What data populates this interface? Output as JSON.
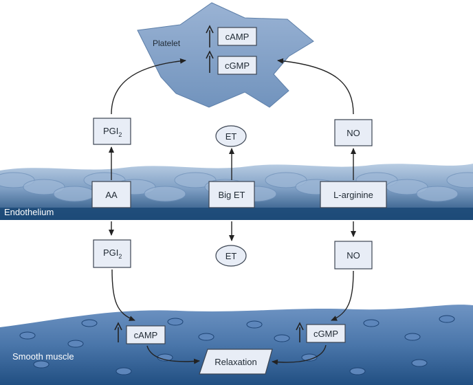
{
  "colors": {
    "platelet_fill": "#7f9ec4",
    "endothelium_top": "#b9cde3",
    "endothelium_bottom": "#1d4a78",
    "muscle_top": "#6f94c3",
    "muscle_bottom": "#214f82",
    "box_fill": "#e8edf6"
  },
  "platelet": {
    "label": "Platelet",
    "camp": "cAMP",
    "cgmp": "cGMP"
  },
  "above_endothelium": {
    "pgi": "PGI",
    "pgi_sub": "2",
    "et": "ET",
    "no": "NO"
  },
  "endothelium": {
    "label": "Endothelium",
    "aa": "AA",
    "big_et": "Big ET",
    "l_arginine": "L-arginine"
  },
  "below_endothelium": {
    "pgi": "PGI",
    "pgi_sub": "2",
    "et": "ET",
    "no": "NO"
  },
  "smooth_muscle": {
    "label": "Smooth muscle",
    "camp": "cAMP",
    "cgmp": "cGMP",
    "relaxation": "Relaxation"
  }
}
